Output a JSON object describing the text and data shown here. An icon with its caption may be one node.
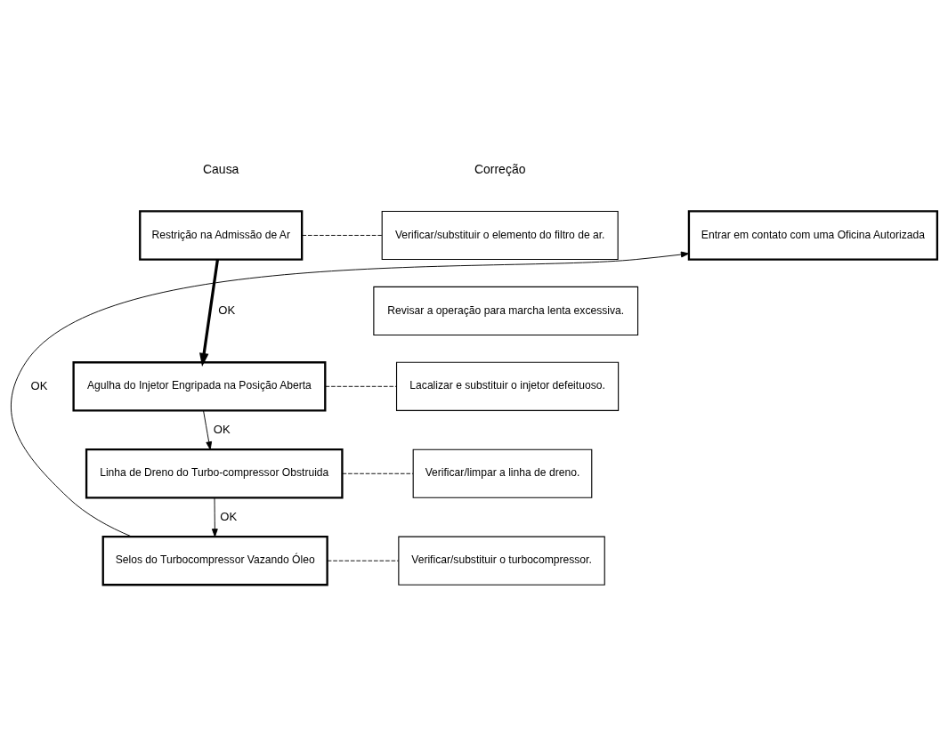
{
  "diagram": {
    "nodes": [
      {
        "text": [
          "Restrição na Admissão de Ar"
        ]
      },
      {
        "text": [
          "Verificar/substituir o elemento do filtro de ar."
        ]
      },
      {
        "text": [
          "Revisar a operação para marcha lenta excessiva."
        ]
      },
      {
        "text": [
          "Agulha do Injetor Engripada na Posição Aberta"
        ]
      },
      {
        "text": [
          "Lacalizar e substituir o injetor defeituoso."
        ]
      },
      {
        "text": [
          "Linha de Dreno do Turbo-compressor Obstruida"
        ]
      },
      {
        "text": [
          "Verificar/limpar a linha de dreno."
        ]
      },
      {
        "text": [
          "Selos do Turbocompressor Vazando Óleo"
        ]
      },
      {
        "text": [
          "Verificar/substituir o turbocompressor."
        ]
      },
      {
        "text": [
          "Entrar em contato com uma Oficina Autorizada"
        ]
      }
    ],
    "edges": [
      {
        "from": 0,
        "to": 1,
        "arrow": "none",
        "style": "dashed"
      },
      {
        "from": 0,
        "to": 3,
        "arrow": "to",
        "label": "OK",
        "style": "thick"
      },
      {
        "from": 3,
        "to": 4,
        "arrow": "none",
        "style": "dashed"
      },
      {
        "from": 3,
        "to": 5,
        "arrow": "to",
        "label": "OK"
      },
      {
        "from": 5,
        "to": 6,
        "arrow": "none",
        "style": "dashed"
      },
      {
        "from": 5,
        "to": 7,
        "arrow": "to",
        "label": "OK"
      },
      {
        "from": 7,
        "to": 8,
        "arrow": "none",
        "style": "dashed"
      },
      {
        "from": 7,
        "to": 9,
        "arrow": "to",
        "label": "OK"
      }
    ],
    "labels": [
      "Causa",
      "Correção"
    ]
  }
}
